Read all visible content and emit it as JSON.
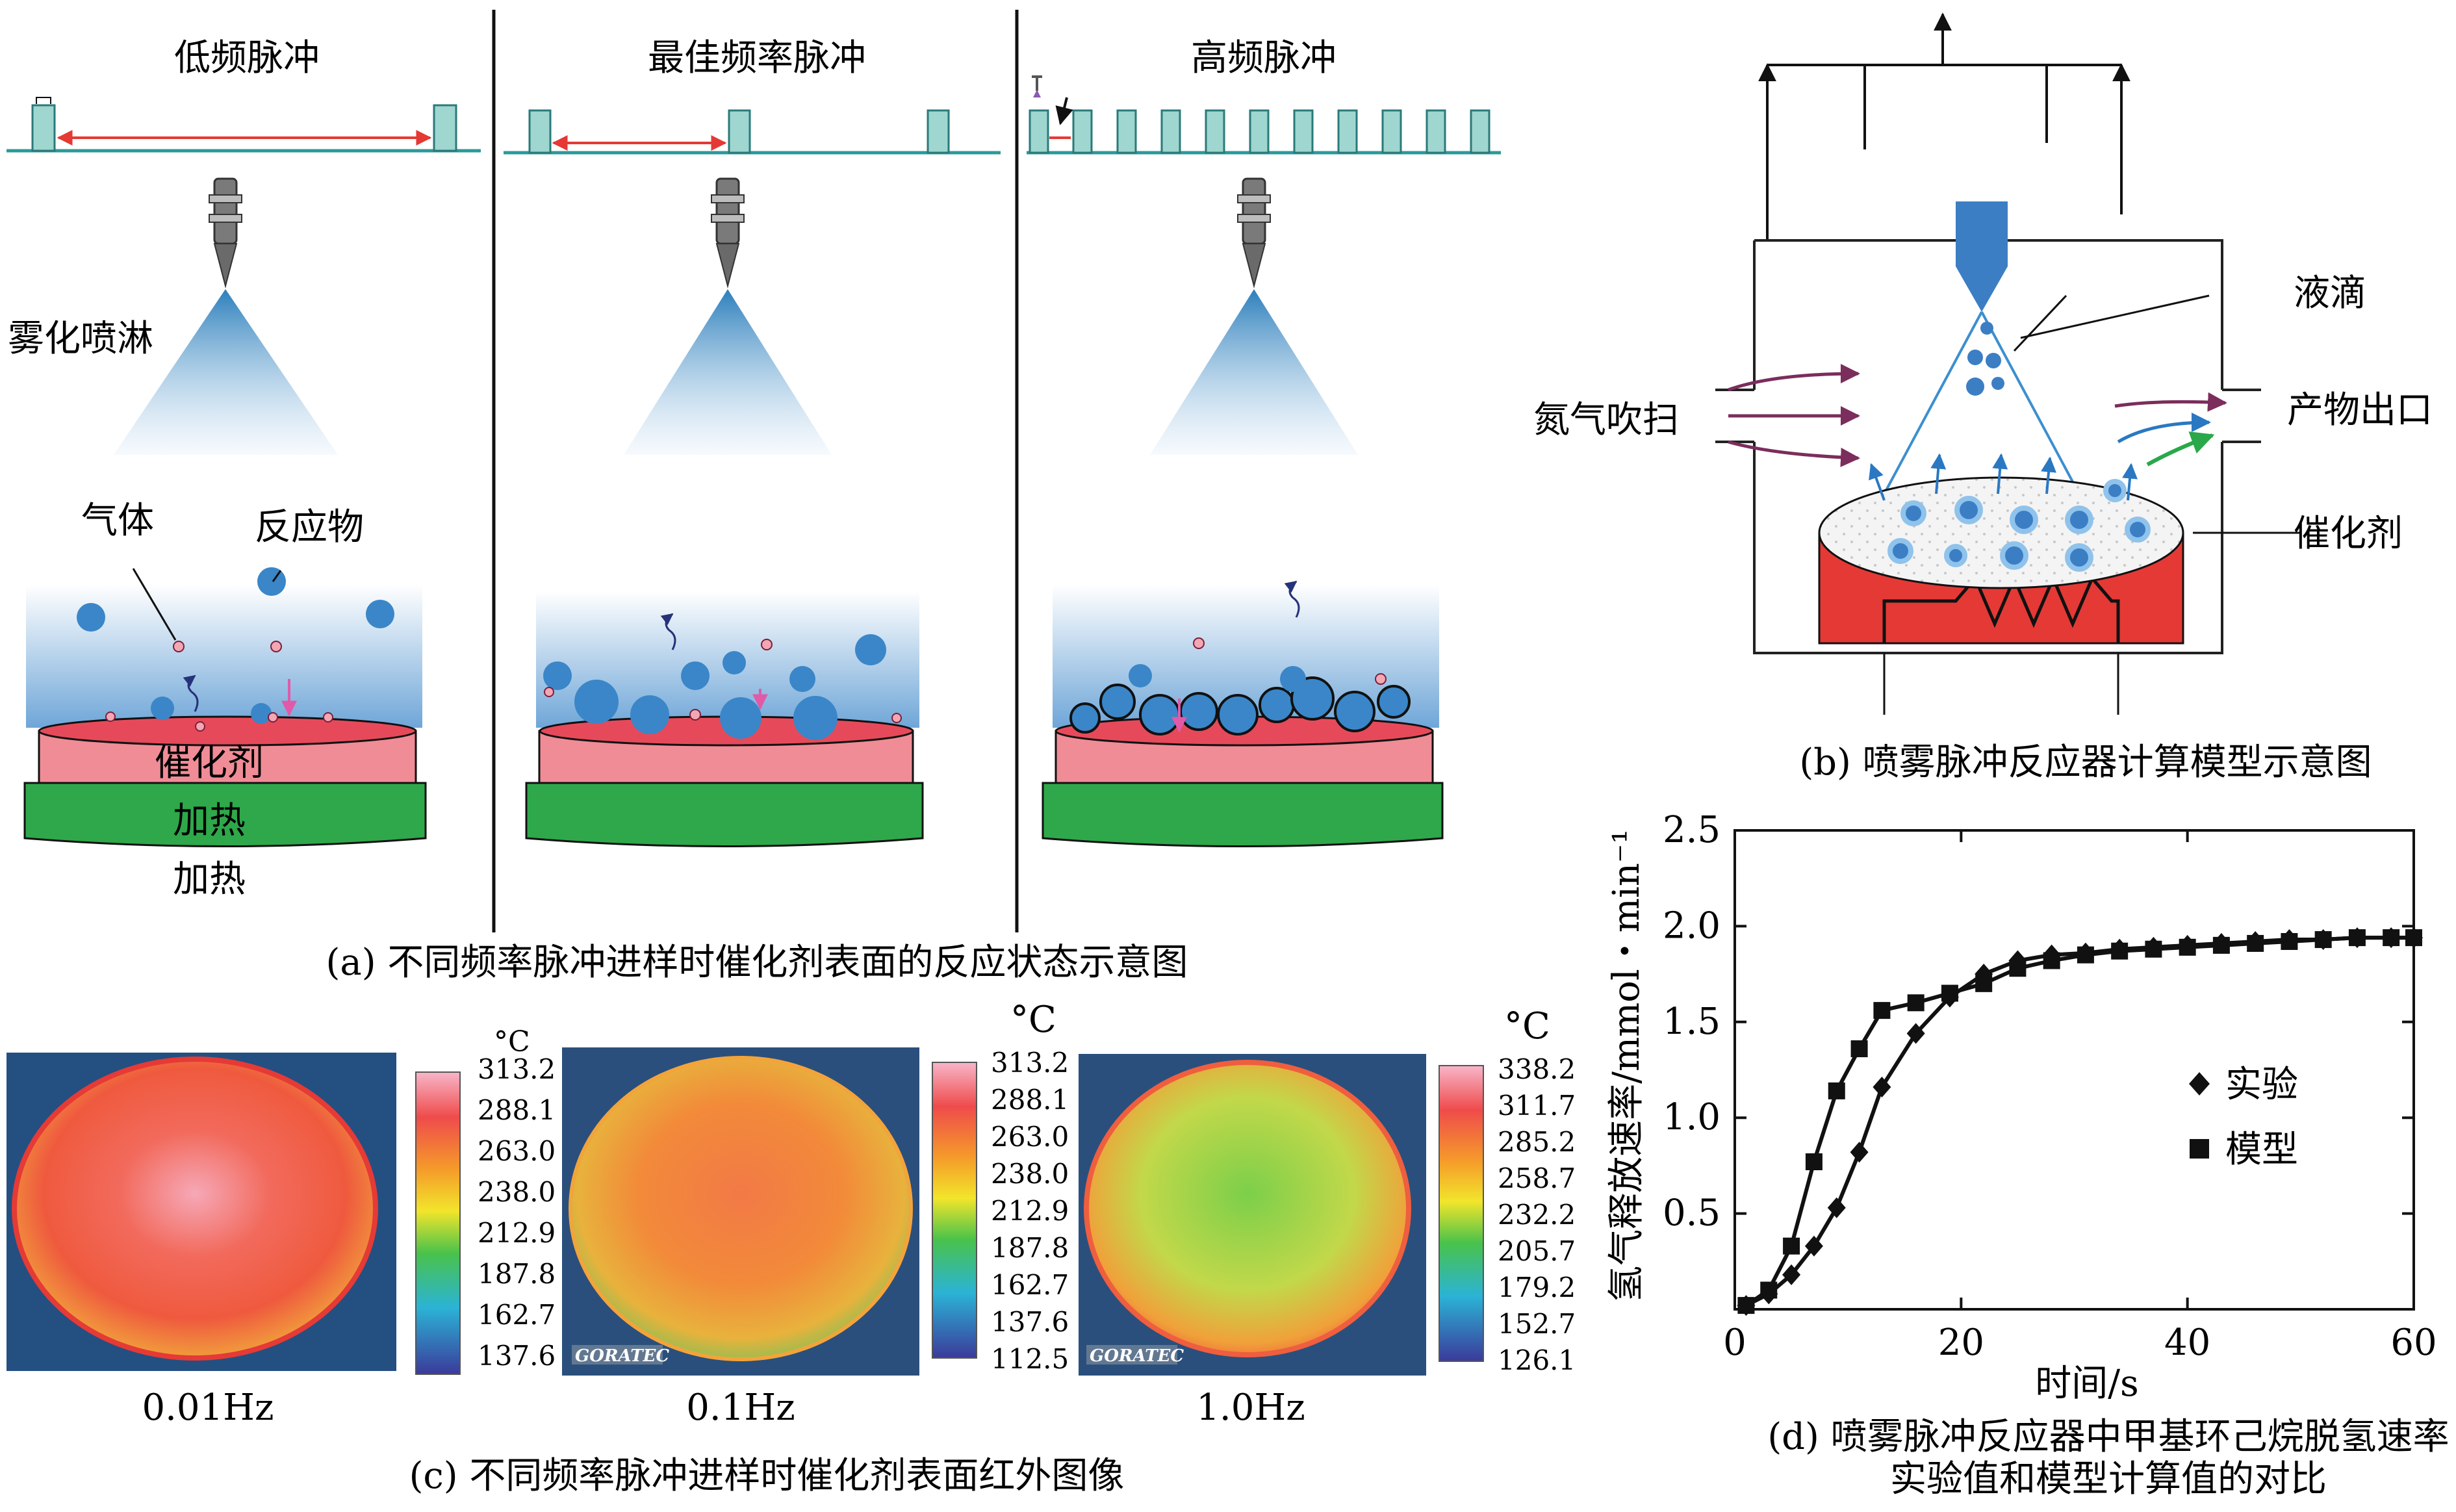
{
  "panel_a": {
    "col_titles": [
      "低频脉冲",
      "最佳频率脉冲",
      "高频脉冲"
    ],
    "label_spray": "雾化喷淋",
    "label_gas": "气体",
    "label_reactant": "反应物",
    "label_catalyst": "催化剂",
    "label_heating": "加热",
    "label_heating_below": "加热",
    "caption": "(a) 不同频率脉冲进样时催化剂表面的反应状态示意图"
  },
  "panel_b": {
    "label_droplet": "液滴",
    "label_n2_purge": "氮气吹扫",
    "label_outlet": "产物出口",
    "label_catalyst": "催化剂",
    "caption": "(b) 喷雾脉冲反应器计算模型示意图"
  },
  "panel_c": {
    "unit": "°C",
    "images": [
      {
        "freq": "0.01Hz",
        "scale": [
          "313.2",
          "288.1",
          "263.0",
          "238.0",
          "212.9",
          "187.8",
          "162.7",
          "137.6"
        ],
        "brand": ""
      },
      {
        "freq": "0.1Hz",
        "scale": [
          "313.2",
          "288.1",
          "263.0",
          "238.0",
          "212.9",
          "187.8",
          "162.7",
          "137.6",
          "112.5"
        ],
        "brand": "GORATEC"
      },
      {
        "freq": "1.0Hz",
        "scale": [
          "338.2",
          "311.7",
          "285.2",
          "258.7",
          "232.2",
          "205.7",
          "179.2",
          "152.7",
          "126.1"
        ],
        "brand": "GORATEC"
      }
    ],
    "caption": "(c) 不同频率脉冲进样时催化剂表面红外图像"
  },
  "panel_d": {
    "caption_line1": "(d) 喷雾脉冲反应器中甲基环己烷脱氢速率",
    "caption_line2": "实验值和模型计算值的对比"
  },
  "chart_data": {
    "type": "line",
    "xlabel": "时间/s",
    "ylabel": "氢气释放速率/mmol・min⁻¹",
    "xlim": [
      0,
      60
    ],
    "ylim": [
      0,
      2.5
    ],
    "xticks": [
      "0",
      "20",
      "40",
      "60"
    ],
    "yticks": [
      "0.5",
      "1.0",
      "1.5",
      "2.0",
      "2.5"
    ],
    "legend_position": "center-right",
    "series": [
      {
        "name": "实验",
        "marker": "diamond",
        "color": "#111111",
        "x": [
          1,
          3,
          5,
          7,
          9,
          11,
          13,
          16,
          19,
          22,
          25,
          28,
          31,
          34,
          37,
          40,
          43,
          46,
          49,
          52,
          55,
          58,
          60
        ],
        "y": [
          0.02,
          0.08,
          0.18,
          0.33,
          0.53,
          0.82,
          1.16,
          1.44,
          1.63,
          1.75,
          1.82,
          1.85,
          1.86,
          1.88,
          1.89,
          1.9,
          1.91,
          1.92,
          1.93,
          1.93,
          1.94,
          1.94,
          1.94
        ]
      },
      {
        "name": "模型",
        "marker": "square",
        "color": "#111111",
        "x": [
          1,
          3,
          5,
          7,
          9,
          11,
          13,
          16,
          19,
          22,
          25,
          28,
          31,
          34,
          37,
          40,
          43,
          46,
          49,
          52,
          55,
          58,
          60
        ],
        "y": [
          0.02,
          0.1,
          0.33,
          0.77,
          1.14,
          1.36,
          1.56,
          1.6,
          1.65,
          1.7,
          1.78,
          1.82,
          1.85,
          1.87,
          1.88,
          1.89,
          1.9,
          1.91,
          1.92,
          1.93,
          1.94,
          1.94,
          1.94
        ]
      }
    ]
  }
}
